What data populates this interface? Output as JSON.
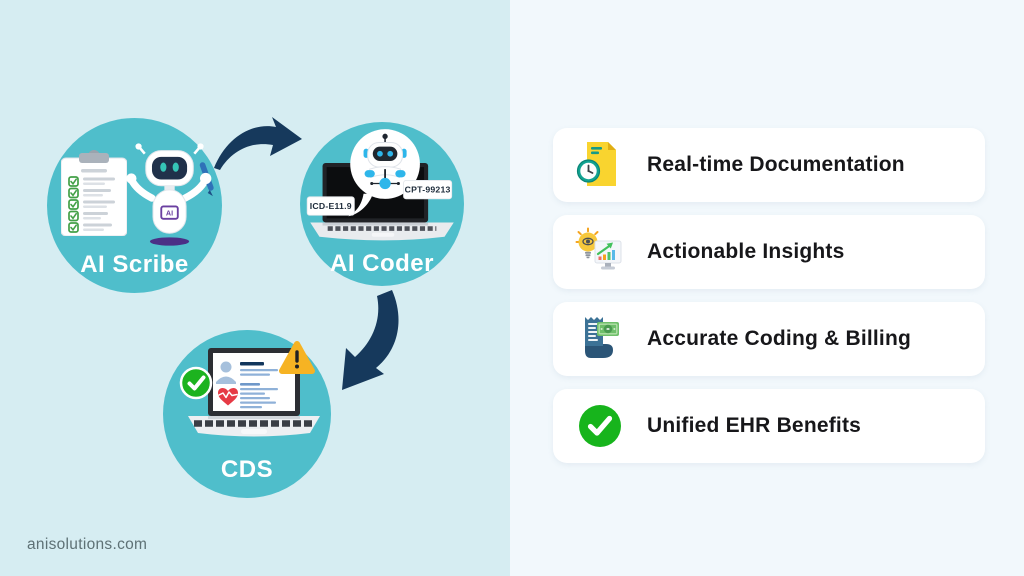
{
  "brand": {
    "website": "anisolutions.com"
  },
  "colors": {
    "left_background": "#d6edf2",
    "right_background": "#f2f8fc",
    "node_teal": "#4fbecb",
    "arrow_navy": "#16395c",
    "success_green": "#17b41c",
    "warning_yellow": "#f6b323",
    "heart_red": "#e63a45",
    "card_background": "#ffffff",
    "card_text": "#17171a"
  },
  "workflow": {
    "nodes": [
      {
        "id": "ai-scribe",
        "label": "AI Scribe"
      },
      {
        "id": "ai-coder",
        "label": "AI Coder",
        "code_tags": [
          "ICD-E11.9",
          "CPT-99213"
        ]
      },
      {
        "id": "cds",
        "label": "CDS"
      }
    ],
    "robot_chest_badge": "AI"
  },
  "benefits": [
    {
      "icon": "realtime-documentation-icon",
      "label": "Real-time Documentation"
    },
    {
      "icon": "actionable-insights-icon",
      "label": "Actionable Insights"
    },
    {
      "icon": "coding-billing-icon",
      "label": "Accurate Coding & Billing"
    },
    {
      "icon": "unified-ehr-icon",
      "label": "Unified EHR Benefits"
    }
  ]
}
